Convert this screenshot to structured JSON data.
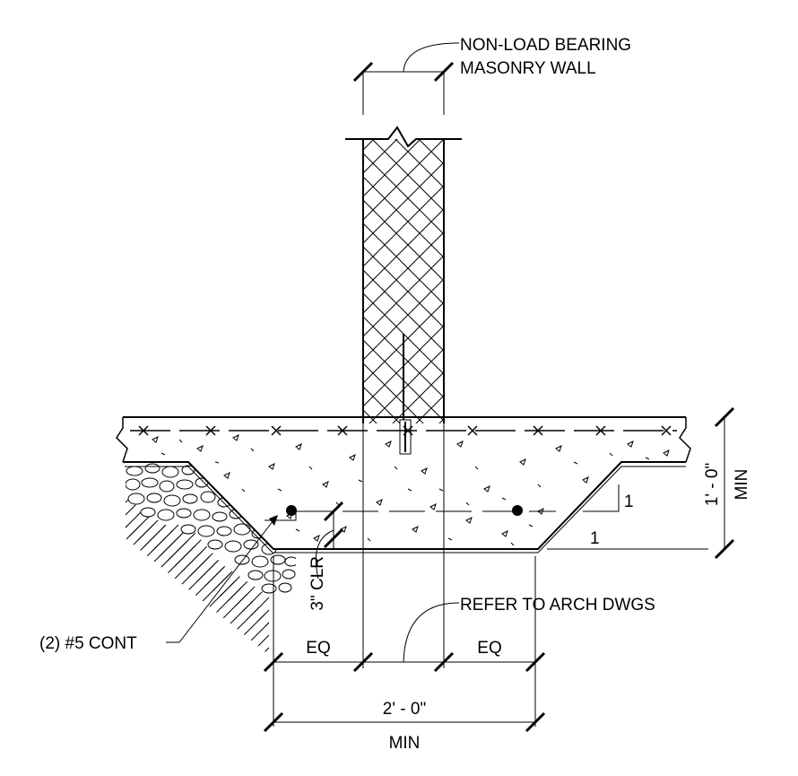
{
  "labels": {
    "wall_line1": "NON-LOAD BEARING",
    "wall_line2": "MASONRY WALL",
    "height_dim": "1' - 0\"",
    "height_note": "MIN",
    "slope_rise": "1",
    "slope_run": "1",
    "clearance": "3\" CLR",
    "arch_ref": "REFER TO ARCH DWGS",
    "rebar": "(2) #5 CONT",
    "eq_left": "EQ",
    "eq_right": "EQ",
    "width_dim": "2' - 0\"",
    "width_note": "MIN"
  },
  "colors": {
    "ink": "#000000",
    "paper": "#ffffff"
  }
}
